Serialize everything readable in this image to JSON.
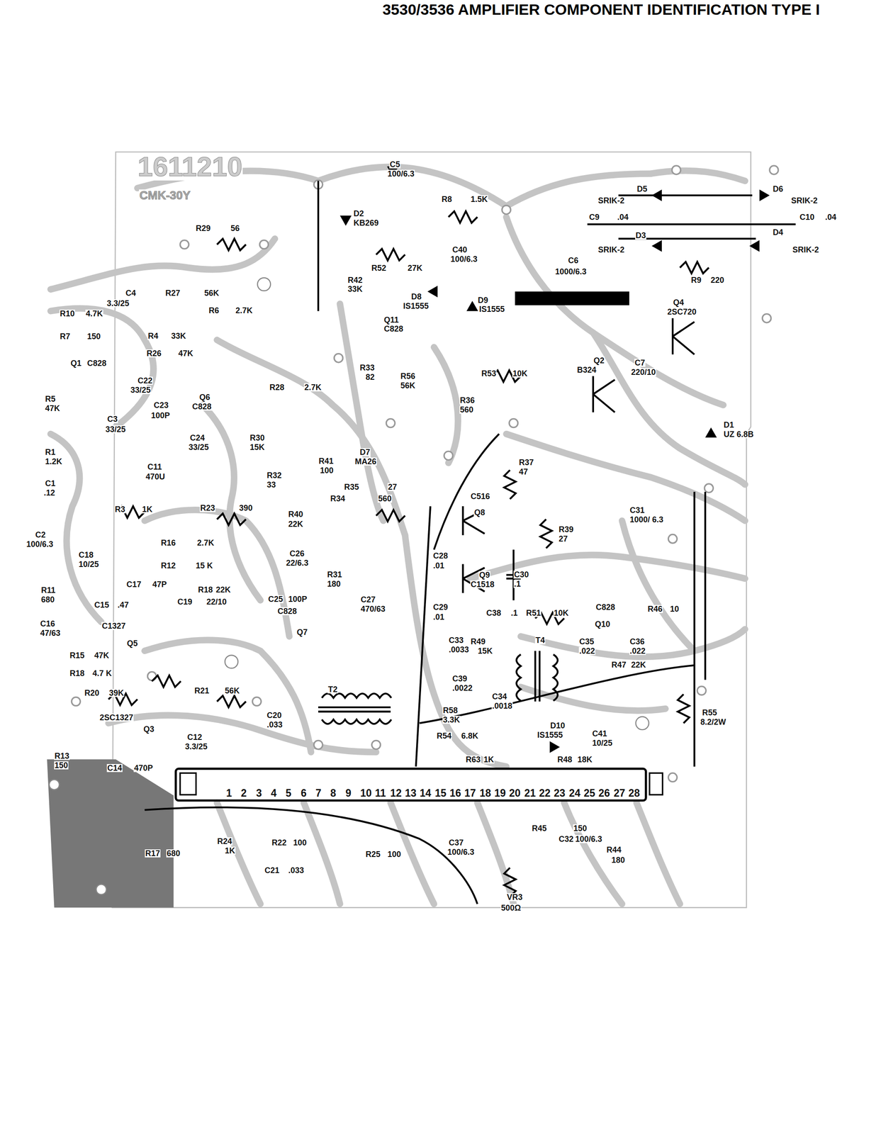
{
  "diagram": {
    "title": "3530/3536 AMPLIFIER COMPONENT IDENTIFICATION TYPE I",
    "labels": [
      "1611210",
      "CMK-30Y",
      "C5",
      "100/6.3",
      "D2",
      "KB269",
      "R8",
      "1.5K",
      "D5",
      "SRIK-2",
      "D6",
      "SRIK-2",
      "C9",
      ".04",
      "C10",
      ".04",
      "R29",
      "56",
      "R52",
      "27K",
      "C40",
      "100/6.3",
      "C6",
      "1000/6.3",
      "D3",
      "SRIK-2",
      "D4",
      "SRIK-2",
      "R9",
      "220",
      "R42",
      "33K",
      "C4",
      "3.3/25",
      "R27",
      "56K",
      "R6",
      "2.7K",
      "R10",
      "4.7K",
      "D8",
      "IS1555",
      "D9",
      "IS1555",
      "Q11",
      "C828",
      "Q4",
      "2SC720",
      "R7",
      "150",
      "R4",
      "33K",
      "R26",
      "47K",
      "Q1",
      "C828",
      "R33",
      "82",
      "R56",
      "56K",
      "R53",
      "10K",
      "Q2",
      "B324",
      "C7",
      "220/10",
      "C22",
      "33/25",
      "R5",
      "47K",
      "Q6",
      "C828",
      "R28",
      "2.7K",
      "C23",
      "100P",
      "C3",
      "33/25",
      "R36",
      "560",
      "D1",
      "UZ 6.8B",
      "C24",
      "33/25",
      "R30",
      "15K",
      "D7",
      "MA26",
      "R41",
      "100",
      "R37",
      "47",
      "R1",
      "1.2K",
      "R32",
      "33",
      "C11",
      "470U",
      "R35",
      "27",
      "R34",
      "560",
      "C516",
      "C1",
      ".12",
      "R3",
      "1K",
      "R23",
      "390",
      "R40",
      "22K",
      "C31",
      "1000/ 6.3",
      "R39",
      "27",
      "Q8",
      "C2",
      "100/6.3",
      "C26",
      "22/6.3",
      "R16",
      "2.7K",
      "C18",
      "10/25",
      "R12",
      "15 K",
      "C28",
      ".01",
      "R31",
      "180",
      "Q9",
      "C1518",
      "C30",
      ".1",
      "R11",
      "680",
      "C17",
      "47P",
      "R18",
      "22K",
      "C15",
      ".47",
      "C25",
      "100P",
      "C19",
      "22/10",
      "C828",
      "C27",
      "470/63",
      "C29",
      ".01",
      "C38",
      ".1",
      "R51",
      "10K",
      "C828",
      "Q10",
      "R46",
      "10",
      "C16",
      "47/63",
      "C1327",
      "Q5",
      "Q7",
      "C33",
      ".0033",
      "R49",
      "15K",
      "T4",
      "C35",
      ".022",
      "C36",
      ".022",
      "R15",
      "47K",
      "R18",
      "4.7 K",
      "R47",
      "22K",
      "R20",
      "39K",
      "R21",
      "56K",
      "T2",
      "C39",
      ".0022",
      "C34",
      ".0018",
      "R58",
      "3.3K",
      "C20",
      ".033",
      "2SC1327",
      "Q3",
      "R54",
      "6.8K",
      "D10",
      "IS1555",
      "C41",
      "10/25",
      "R55",
      "8.2/2W",
      "C12",
      "3.3/25",
      "R13",
      "150",
      "C14",
      "470P",
      "R63",
      "1K",
      "R48",
      "18K",
      "R45",
      "150",
      "C32",
      "100/6.3",
      "R44",
      "180",
      "R17",
      "680",
      "R24",
      "1K",
      "R22",
      "100",
      "C21",
      ".033",
      "R25",
      "100",
      "C37",
      "100/6.3",
      "VR3",
      "500Ω",
      "1",
      "2",
      "3",
      "4",
      "5",
      "6",
      "7",
      "8",
      "9",
      "10",
      "11",
      "12",
      "13",
      "14",
      "15",
      "16",
      "17",
      "18",
      "19",
      "20",
      "21",
      "22",
      "23",
      "24",
      "25",
      "26",
      "27",
      "28"
    ]
  }
}
